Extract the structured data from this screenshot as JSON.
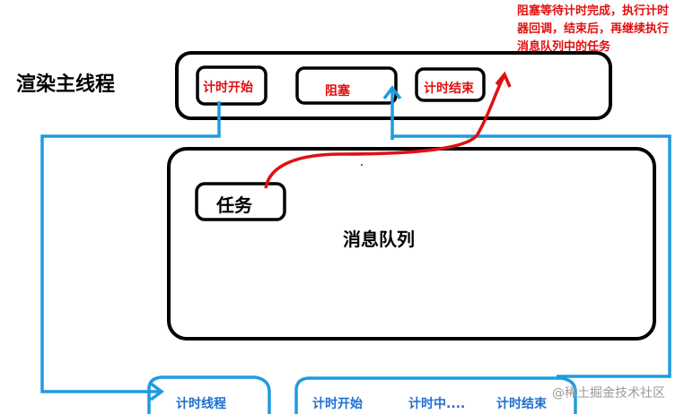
{
  "main_thread": {
    "title": "渲染主线程",
    "steps": [
      "计时开始",
      "阻塞",
      "计时结束"
    ]
  },
  "note": "阻塞等待计时完成，执行计时器回调，结束后，再继续执行消息队列中的任务",
  "message_queue": {
    "title": "消息队列",
    "task": "任务"
  },
  "timer_thread": {
    "title": "计时线程",
    "steps": [
      "计时开始",
      "计时中....",
      "计时结束"
    ]
  },
  "watermark": "@稀土掘金技术社区",
  "colors": {
    "ink": "#000000",
    "accent_red": "#e01010",
    "connector_blue": "#1f9be0"
  }
}
